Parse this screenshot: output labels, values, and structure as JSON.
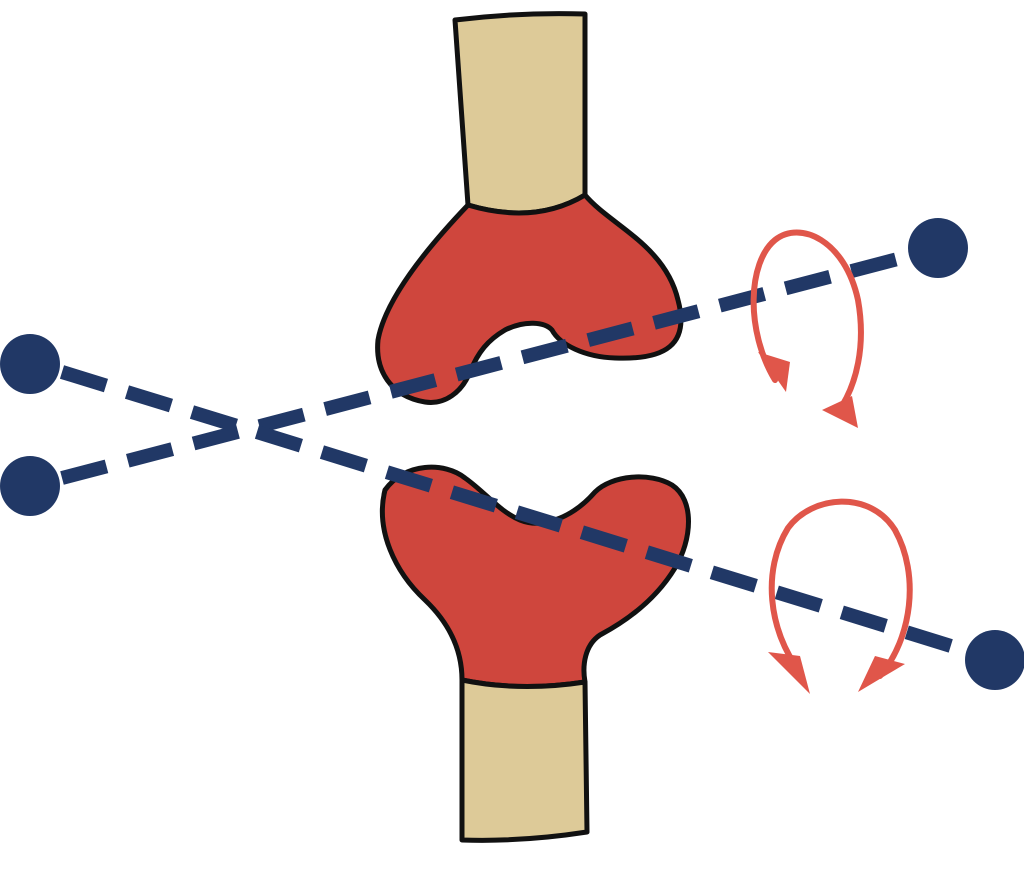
{
  "colors": {
    "background": "#ffffff",
    "bone_shaft": "#ddca98",
    "cartilage": "#cf463d",
    "outline": "#111111",
    "rotation_axis": "#213866",
    "rotation_arrow": "#e0564a"
  },
  "parts": [
    "upper-bone-shaft",
    "upper-joint-head",
    "lower-bone-shaft",
    "lower-joint-head",
    "upper-rotation-axis",
    "lower-rotation-axis",
    "upper-rotation-arrow",
    "lower-rotation-arrow"
  ]
}
